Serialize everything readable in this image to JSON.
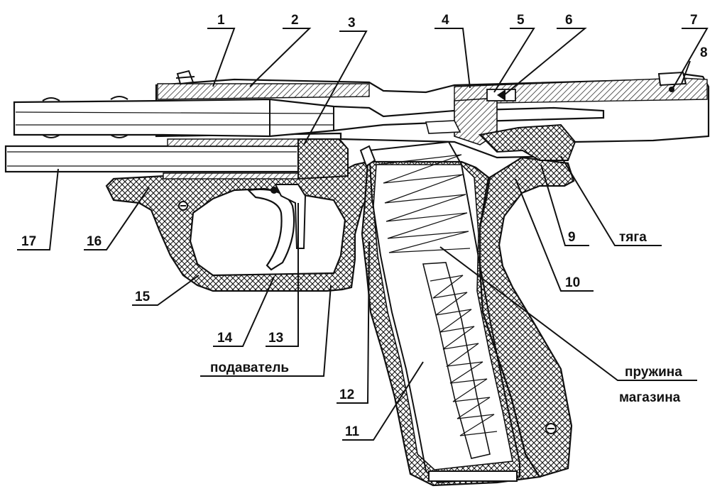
{
  "callouts": [
    {
      "id": "1",
      "text": "1"
    },
    {
      "id": "2",
      "text": "2"
    },
    {
      "id": "3",
      "text": "3"
    },
    {
      "id": "4",
      "text": "4"
    },
    {
      "id": "5",
      "text": "5"
    },
    {
      "id": "6",
      "text": "6"
    },
    {
      "id": "7",
      "text": "7"
    },
    {
      "id": "8",
      "text": "8"
    },
    {
      "id": "9",
      "text": "9"
    },
    {
      "id": "10",
      "text": "10"
    },
    {
      "id": "11",
      "text": "11"
    },
    {
      "id": "12",
      "text": "12"
    },
    {
      "id": "13",
      "text": "13"
    },
    {
      "id": "14",
      "text": "14"
    },
    {
      "id": "15",
      "text": "15"
    },
    {
      "id": "16",
      "text": "16"
    },
    {
      "id": "17",
      "text": "17"
    }
  ],
  "words": {
    "tyaga": "тяга",
    "podavatel": "подаватель",
    "pruzhina": "пружина",
    "magazina": "магазина"
  }
}
